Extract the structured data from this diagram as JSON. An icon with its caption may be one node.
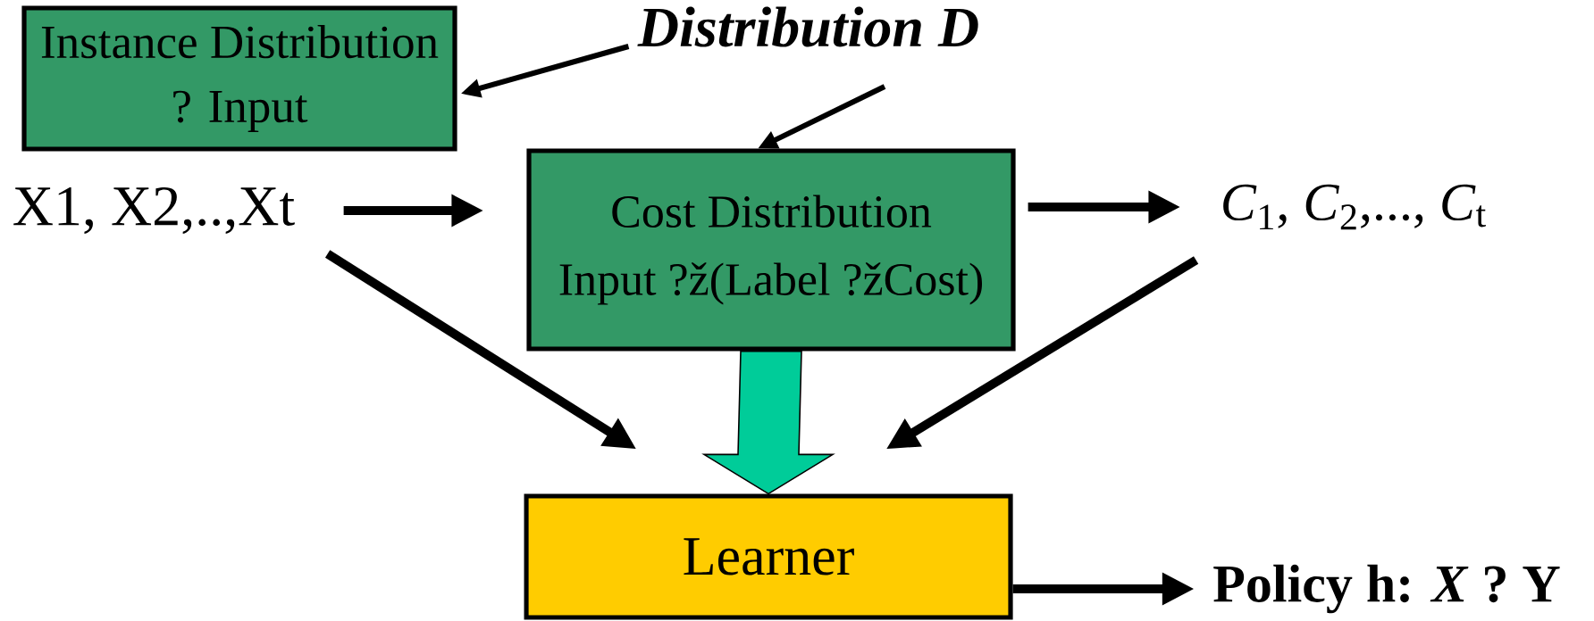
{
  "diagram": {
    "nodes": [
      {
        "text": [
          "Instance Distribution",
          "? Input"
        ]
      },
      {
        "text": [
          "Distribution D"
        ]
      },
      {
        "text": [
          "X1, X2,..,Xt"
        ]
      },
      {
        "text": [
          "Cost Distribution",
          "Input ?ž(Label ?žCost)"
        ]
      },
      {
        "text": [
          "*C*$_{1}$, *C*$_{2}$,..., *C*$_{t}$"
        ]
      },
      {
        "text": [
          "Learner"
        ]
      },
      {
        "text": [
          "Policy h: *X* ? Y"
        ]
      }
    ],
    "edges": [
      {
        "from": 1,
        "to": 0,
        "arrow": "to"
      },
      {
        "from": 1,
        "to": 3,
        "arrow": "to"
      },
      {
        "from": 2,
        "to": 3,
        "arrow": "to"
      },
      {
        "from": 3,
        "to": 4,
        "arrow": "to"
      },
      {
        "from": 2,
        "to": 5,
        "arrow": "to"
      },
      {
        "from": 4,
        "to": 5,
        "arrow": "to"
      },
      {
        "from": 3,
        "to": 5,
        "arrow": "to",
        "style": "thick",
        "color": "#00cc99"
      },
      {
        "from": 5,
        "to": 6,
        "arrow": "to"
      }
    ]
  }
}
